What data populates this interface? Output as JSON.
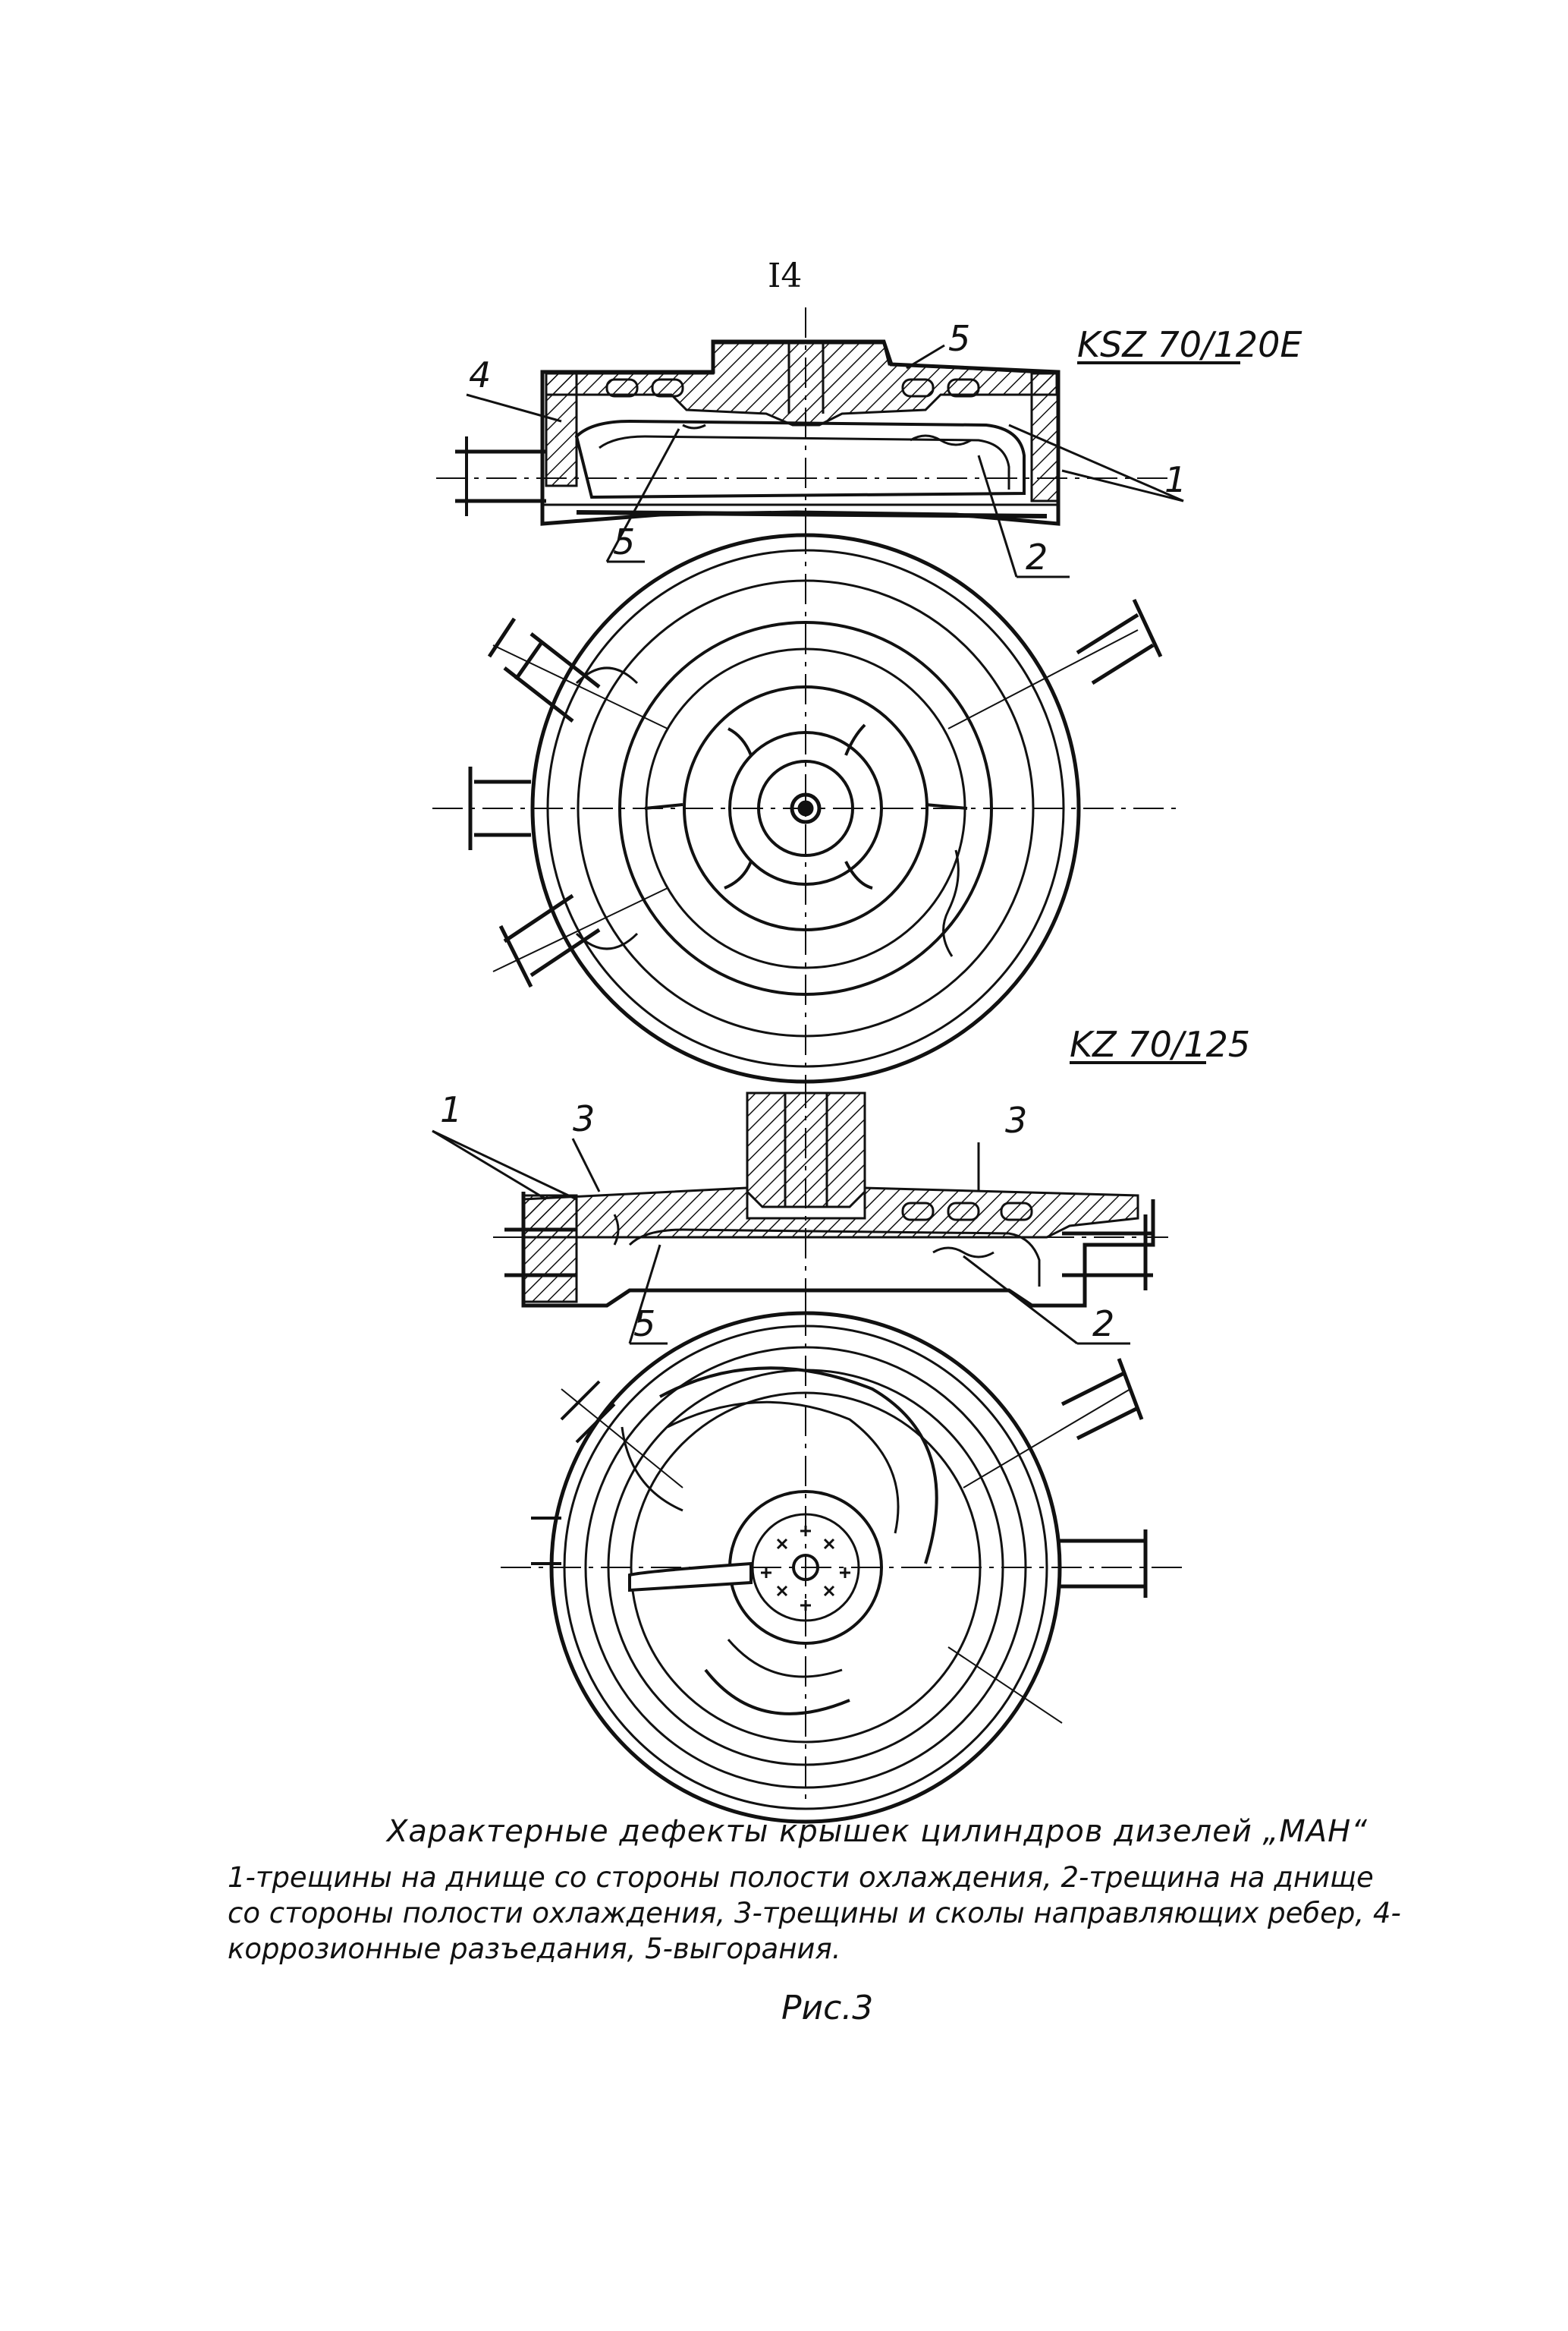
{
  "page_number": "I4",
  "models": {
    "top": "KSZ 70/120E",
    "bottom": "KZ 70/125"
  },
  "callouts": {
    "top_section": [
      "4",
      "5",
      "1",
      "2",
      "5"
    ],
    "bottom_section": [
      "1",
      "3",
      "3",
      "5",
      "2"
    ]
  },
  "caption": {
    "title": "Характерные дефекты крышек цилиндров дизелей „МАН“",
    "legend": "1-трещины на днище со стороны полости охлаждения, 2-трещина на днище со стороны полости охлаждения, 3-трещины и сколы направляющих ребер, 4-коррозионные разъедания, 5-выгорания.",
    "figure": "Рис.3"
  }
}
